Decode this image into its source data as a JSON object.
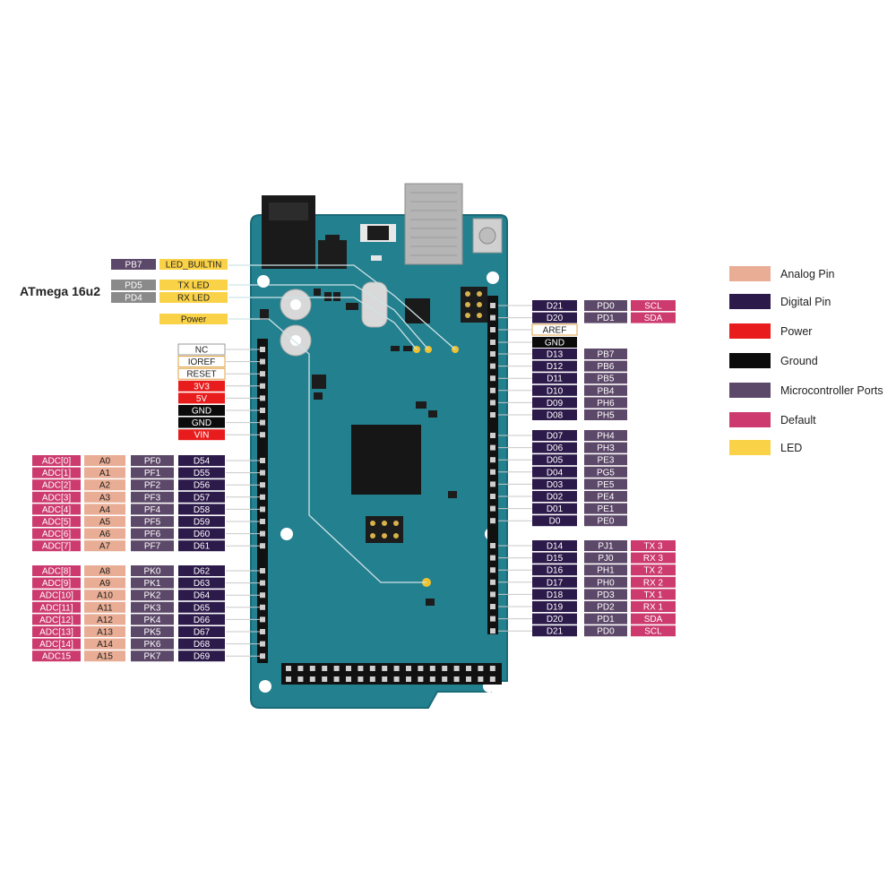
{
  "colors": {
    "analog": "#e8ad94",
    "digital": "#2c1a4a",
    "power": "#e81c1c",
    "ground": "#0b0b0b",
    "port": "#5c4868",
    "default": "#cc3a6e",
    "led": "#fad247",
    "gray": "#8a8a8a",
    "white": "#ffffff",
    "board": "#23808f",
    "board_edge": "#1a6a78"
  },
  "chip_label": "ATmega 16u2",
  "legend": [
    {
      "label": "Analog Pin",
      "color_key": "analog"
    },
    {
      "label": "Digital Pin",
      "color_key": "digital"
    },
    {
      "label": "Power",
      "color_key": "power"
    },
    {
      "label": "Ground",
      "color_key": "ground"
    },
    {
      "label": "Microcontroller Ports",
      "color_key": "port"
    },
    {
      "label": "Default",
      "color_key": "default"
    },
    {
      "label": "LED",
      "color_key": "led"
    }
  ],
  "left_top_labels": [
    {
      "port": "PB7",
      "name": "LED_BUILTIN"
    },
    {
      "port": "PD5",
      "name": "TX LED"
    },
    {
      "port": "PD4",
      "name": "RX LED"
    },
    {
      "port": "",
      "name": "Power"
    }
  ],
  "power_header": [
    {
      "text": "NC",
      "color_key": "white"
    },
    {
      "text": "IOREF",
      "color_key": "white"
    },
    {
      "text": "RESET",
      "color_key": "white"
    },
    {
      "text": "3V3",
      "color_key": "power"
    },
    {
      "text": "5V",
      "color_key": "power"
    },
    {
      "text": "GND",
      "color_key": "ground"
    },
    {
      "text": "GND",
      "color_key": "ground"
    },
    {
      "text": "VIN",
      "color_key": "power"
    }
  ],
  "analog_group1": [
    [
      "ADC[0]",
      "A0",
      "PF0",
      "D54"
    ],
    [
      "ADC[1]",
      "A1",
      "PF1",
      "D55"
    ],
    [
      "ADC[2]",
      "A2",
      "PF2",
      "D56"
    ],
    [
      "ADC[3]",
      "A3",
      "PF3",
      "D57"
    ],
    [
      "ADC[4]",
      "A4",
      "PF4",
      "D58"
    ],
    [
      "ADC[5]",
      "A5",
      "PF5",
      "D59"
    ],
    [
      "ADC[6]",
      "A6",
      "PF6",
      "D60"
    ],
    [
      "ADC[7]",
      "A7",
      "PF7",
      "D61"
    ]
  ],
  "analog_group2": [
    [
      "ADC[8]",
      "A8",
      "PK0",
      "D62"
    ],
    [
      "ADC[9]",
      "A9",
      "PK1",
      "D63"
    ],
    [
      "ADC[10]",
      "A10",
      "PK2",
      "D64"
    ],
    [
      "ADC[11]",
      "A11",
      "PK3",
      "D65"
    ],
    [
      "ADC[12]",
      "A12",
      "PK4",
      "D66"
    ],
    [
      "ADC[13]",
      "A13",
      "PK5",
      "D67"
    ],
    [
      "ADC[14]",
      "A14",
      "PK6",
      "D68"
    ],
    [
      "ADC15",
      "A15",
      "PK7",
      "D69"
    ]
  ],
  "right_top": [
    [
      "D21",
      "PD0",
      "SCL"
    ],
    [
      "D20",
      "PD1",
      "SDA"
    ]
  ],
  "aref_gnd": [
    "AREF",
    "GND"
  ],
  "right_digital1": [
    [
      "D13",
      "PB7"
    ],
    [
      "D12",
      "PB6"
    ],
    [
      "D11",
      "PB5"
    ],
    [
      "D10",
      "PB4"
    ],
    [
      "D09",
      "PH6"
    ],
    [
      "D08",
      "PH5"
    ]
  ],
  "right_digital2": [
    [
      "D07",
      "PH4"
    ],
    [
      "D06",
      "PH3"
    ],
    [
      "D05",
      "PE3"
    ],
    [
      "D04",
      "PG5"
    ],
    [
      "D03",
      "PE5"
    ],
    [
      "D02",
      "PE4"
    ],
    [
      "D01",
      "PE1"
    ],
    [
      "D0",
      "PE0"
    ]
  ],
  "right_comm": [
    [
      "D14",
      "PJ1",
      "TX 3"
    ],
    [
      "D15",
      "PJ0",
      "RX 3"
    ],
    [
      "D16",
      "PH1",
      "TX 2"
    ],
    [
      "D17",
      "PH0",
      "RX 2"
    ],
    [
      "D18",
      "PD3",
      "TX 1"
    ],
    [
      "D19",
      "PD2",
      "RX 1"
    ],
    [
      "D20",
      "PD1",
      "SDA"
    ],
    [
      "D21",
      "PD0",
      "SCL"
    ]
  ]
}
